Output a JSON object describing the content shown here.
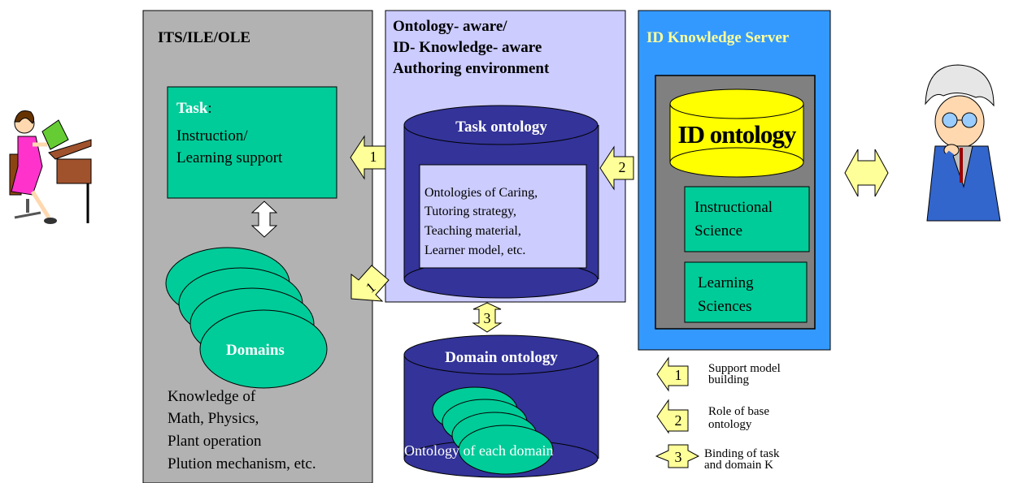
{
  "its_panel": {
    "title": "ITS/ILE/OLE",
    "task_label": "Task",
    "task_colon": ":",
    "task_lines": [
      "Instruction/",
      "Learning support"
    ],
    "domains_label": "Domains",
    "knowledge_lines": [
      "Knowledge of",
      "Math, Physics,",
      "Plant operation",
      "Plution mechanism, etc."
    ]
  },
  "authoring_panel": {
    "title_lines": [
      "Ontology- aware/",
      "ID- Knowledge- aware",
      "Authoring environment"
    ],
    "task_ontology_label": "Task ontology",
    "ontology_lines": [
      "Ontologies of Caring,",
      "Tutoring strategy,",
      "Teaching material,",
      "Learner model, etc."
    ]
  },
  "domain_ontology": {
    "label": "Domain ontology",
    "each_domain": "Ontology of each domain"
  },
  "id_server": {
    "title": "ID Knowledge Server",
    "id_ontology": "ID ontology",
    "instructional_lines": [
      "Instructional",
      "Science"
    ],
    "learning_lines": [
      "Learning",
      "Sciences"
    ]
  },
  "arrows": {
    "one": "1",
    "two": "2",
    "three": "3"
  },
  "legend": [
    {
      "num": "1",
      "lines": [
        "Support model",
        "building"
      ]
    },
    {
      "num": "2",
      "lines": [
        "Role of base",
        "ontology"
      ]
    },
    {
      "num": "3",
      "lines": [
        "Binding of task",
        "and domain K"
      ]
    }
  ],
  "colors": {
    "its_bg": "#b2b2b2",
    "authoring_bg": "#ccccff",
    "server_bg": "#3399ff",
    "server_inner": "#808080",
    "teal": "#00cc99",
    "navy": "#333399",
    "yellow": "#ffff00",
    "arrow_yellow": "#ffff99",
    "server_title": "#ffff99"
  }
}
